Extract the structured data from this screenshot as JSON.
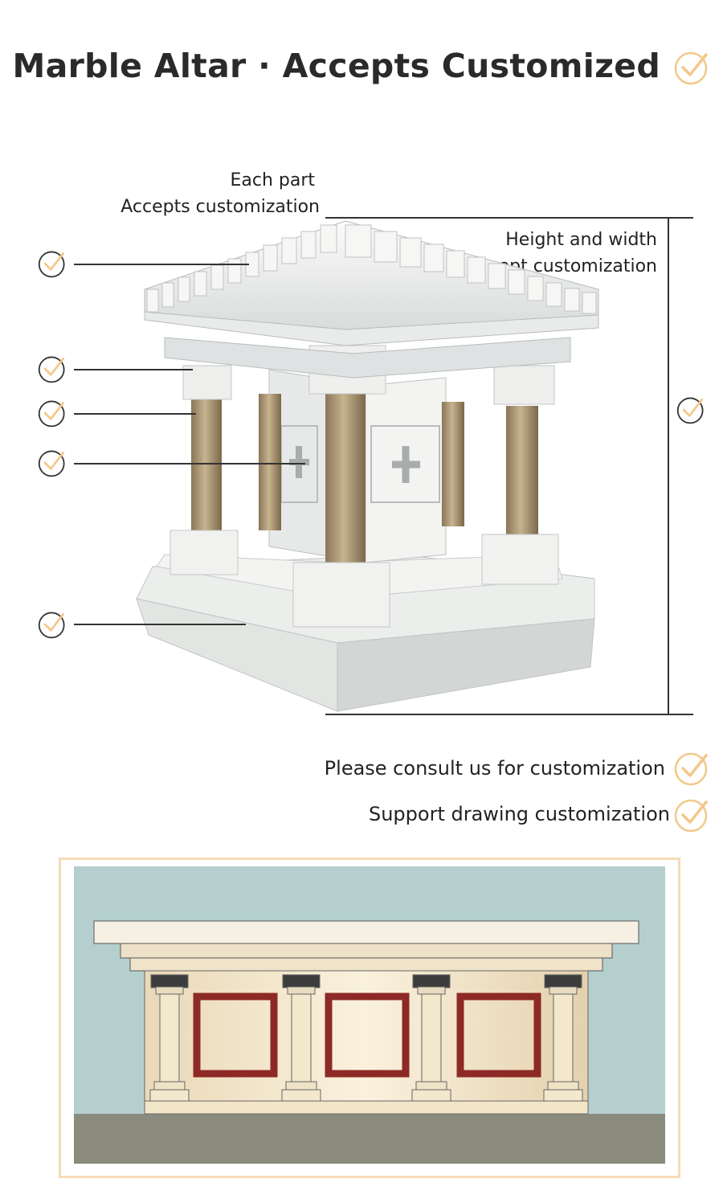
{
  "title": "Marble Altar · Accepts Customized",
  "annotations": {
    "each_part_line1": "Each part",
    "each_part_line2": "Accepts customization",
    "height_width_line1": "Height and width",
    "height_width_line2": "Accept customization"
  },
  "notes": {
    "consult": "Please consult us for customization",
    "drawing": "Support drawing customization"
  },
  "colors": {
    "accent": "#f3c88a",
    "check_dark": "#333333",
    "sky": "#b5cfcf",
    "marble": "#f2ead6",
    "red_inlay": "#8d2a26"
  },
  "icons": {
    "check": "check-circle-icon"
  }
}
